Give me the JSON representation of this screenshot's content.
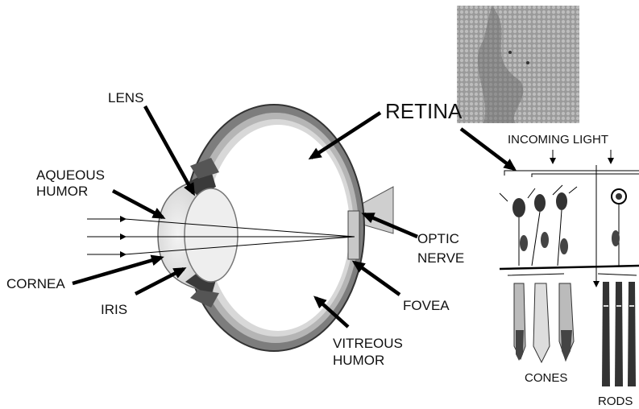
{
  "labels": {
    "lens": "LENS",
    "aqueous_1": "AQUEOUS",
    "aqueous_2": "HUMOR",
    "cornea": "CORNEA",
    "iris": "IRIS",
    "retina": "RETINA",
    "optic_1": "OPTIC",
    "optic_2": "NERVE",
    "fovea": "FOVEA",
    "vitreous_1": "VITREOUS",
    "vitreous_2": "HUMOR",
    "incoming_light": "INCOMING LIGHT",
    "cones": "CONES",
    "rods": "RODS"
  }
}
